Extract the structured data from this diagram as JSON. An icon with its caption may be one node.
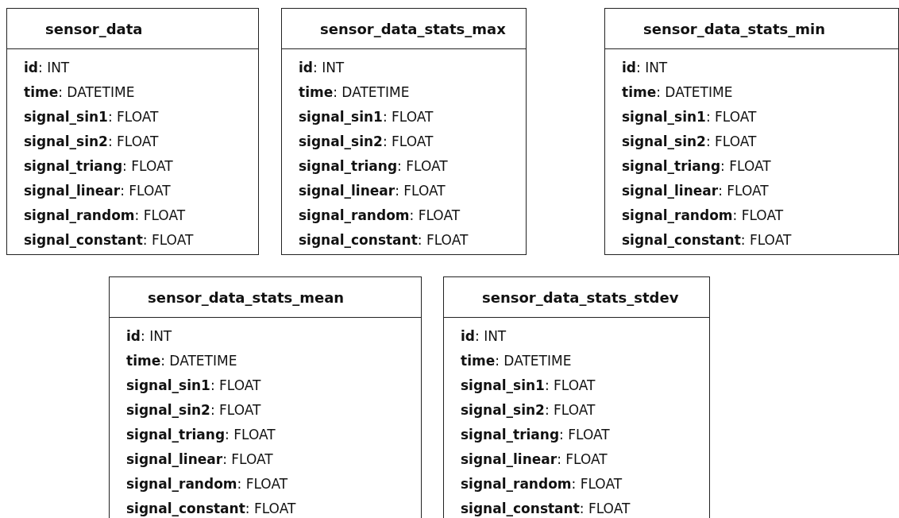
{
  "diagram": {
    "nodes": [
      {
        "text": [
          "sensor_data",
          "**id**: INT",
          "**time**: DATETIME",
          "**signal_sin1**: FLOAT",
          "**signal_sin2**: FLOAT",
          "**signal_triang**: FLOAT",
          "**signal_linear**: FLOAT",
          "**signal_random**: FLOAT",
          "**signal_constant**: FLOAT"
        ]
      },
      {
        "text": [
          "sensor_data_stats_max",
          "**id**: INT",
          "**time**: DATETIME",
          "**signal_sin1**: FLOAT",
          "**signal_sin2**: FLOAT",
          "**signal_triang**: FLOAT",
          "**signal_linear**: FLOAT",
          "**signal_random**: FLOAT",
          "**signal_constant**: FLOAT"
        ]
      },
      {
        "text": [
          "sensor_data_stats_min",
          "**id**: INT",
          "**time**: DATETIME",
          "**signal_sin1**: FLOAT",
          "**signal_sin2**: FLOAT",
          "**signal_triang**: FLOAT",
          "**signal_linear**: FLOAT",
          "**signal_random**: FLOAT",
          "**signal_constant**: FLOAT"
        ]
      },
      {
        "text": [
          "sensor_data_stats_mean",
          "**id**: INT",
          "**time**: DATETIME",
          "**signal_sin1**: FLOAT",
          "**signal_sin2**: FLOAT",
          "**signal_triang**: FLOAT",
          "**signal_linear**: FLOAT",
          "**signal_random**: FLOAT",
          "**signal_constant**: FLOAT"
        ]
      },
      {
        "text": [
          "sensor_data_stats_stdev",
          "**id**: INT",
          "**time**: DATETIME",
          "**signal_sin1**: FLOAT",
          "**signal_sin2**: FLOAT",
          "**signal_triang**: FLOAT",
          "**signal_linear**: FLOAT",
          "**signal_random**: FLOAT",
          "**signal_constant**: FLOAT"
        ]
      }
    ]
  }
}
